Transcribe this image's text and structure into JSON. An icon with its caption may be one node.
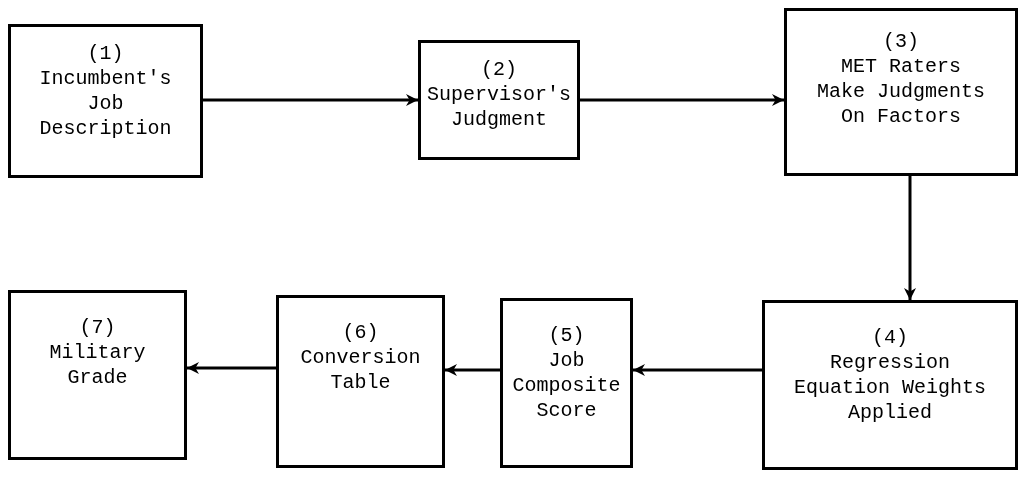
{
  "diagram": {
    "nodes": [
      {
        "text": [
          "(1)",
          "Incumbent's Job Description"
        ]
      },
      {
        "text": [
          "(2)",
          "Supervisor's Judgment"
        ]
      },
      {
        "text": [
          "(3)",
          "MET Raters Make Judgments On Factors"
        ]
      },
      {
        "text": [
          "(4)",
          "Regression Equation Weights Applied"
        ]
      },
      {
        "text": [
          "(5)",
          "Job Composite Score"
        ]
      },
      {
        "text": [
          "(6)",
          "Conversion Table"
        ]
      },
      {
        "text": [
          "(7)",
          "Military Grade"
        ]
      }
    ],
    "edges": [
      {
        "from": 0,
        "to": 1,
        "arrow": "to"
      },
      {
        "from": 1,
        "to": 2,
        "arrow": "to"
      },
      {
        "from": 2,
        "to": 3,
        "arrow": "to"
      },
      {
        "from": 3,
        "to": 4,
        "arrow": "to"
      },
      {
        "from": 4,
        "to": 5,
        "arrow": "to"
      },
      {
        "from": 5,
        "to": 6,
        "arrow": "to"
      }
    ]
  }
}
